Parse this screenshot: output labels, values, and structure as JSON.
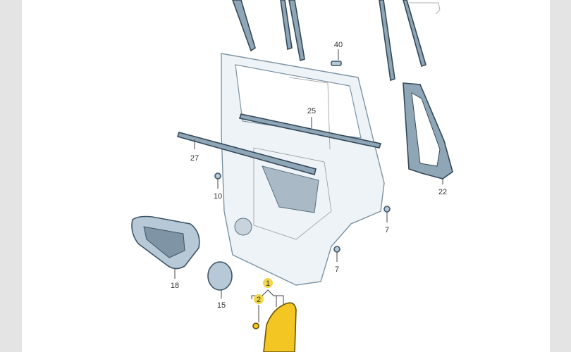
{
  "diagram": {
    "labels": {
      "p40": "40",
      "p25": "25",
      "p27": "27",
      "p10": "10",
      "p22": "22",
      "p7a": "7",
      "p7b": "7",
      "p18": "18",
      "p15": "15",
      "p1": "1",
      "p2": "2"
    },
    "highlight_color": "#f3c624"
  }
}
